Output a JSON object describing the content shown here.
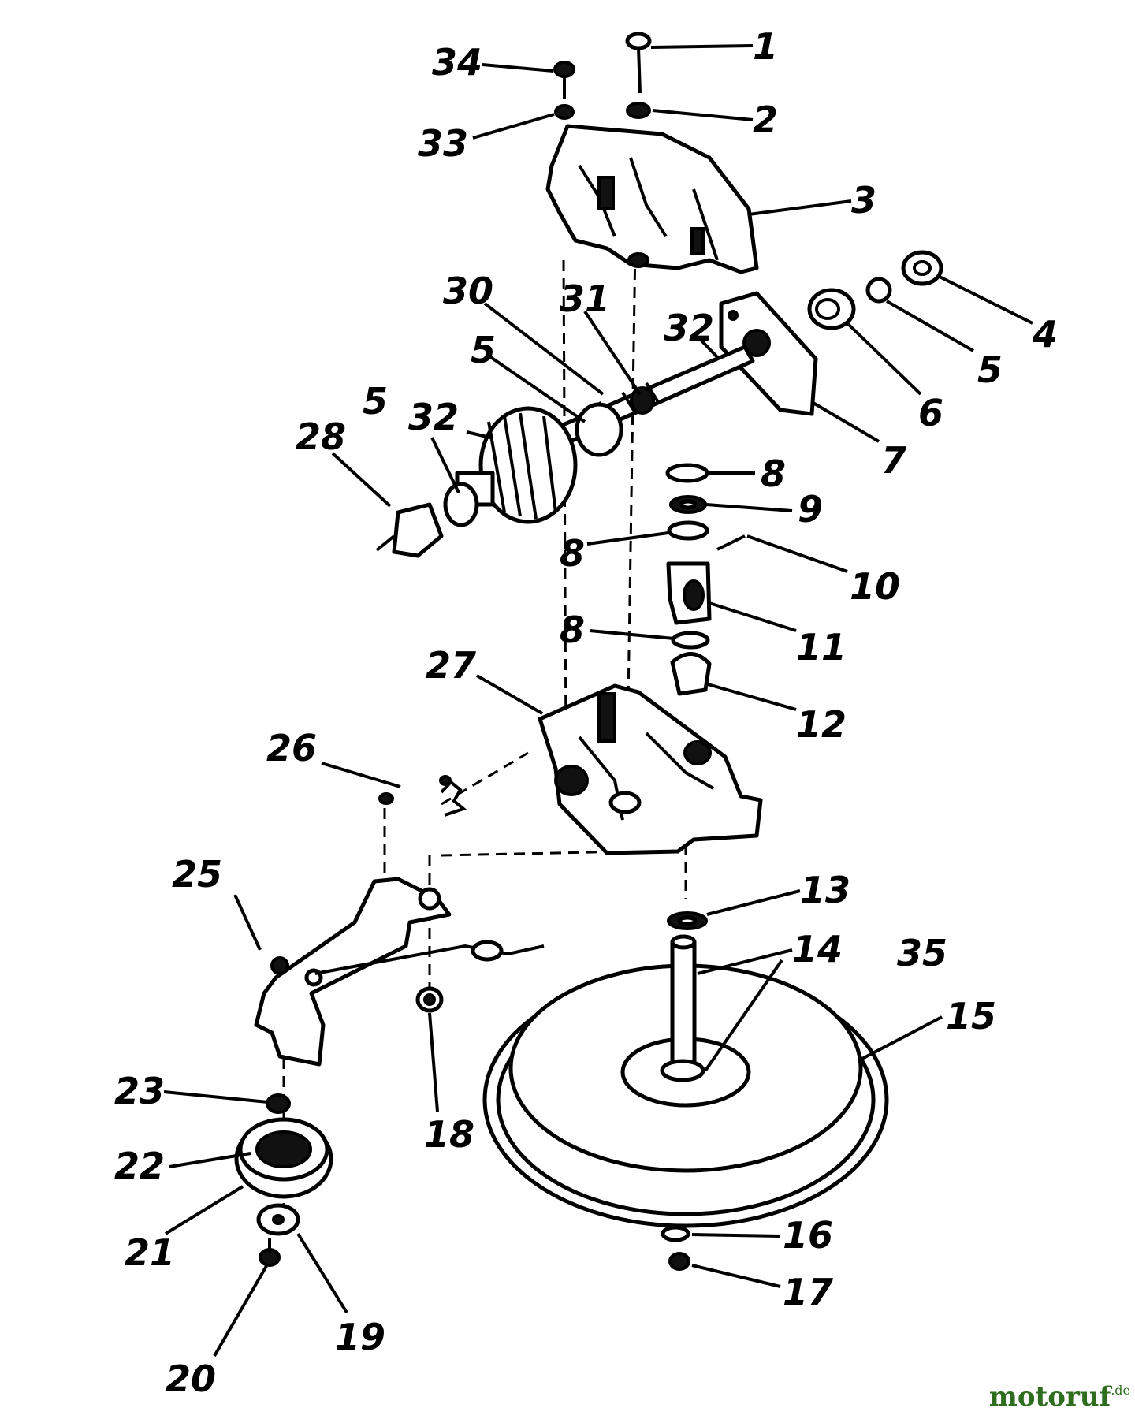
{
  "diagram": {
    "callouts": [
      {
        "id": "c1",
        "text": "1"
      },
      {
        "id": "c2",
        "text": "2"
      },
      {
        "id": "c3",
        "text": "3"
      },
      {
        "id": "c4",
        "text": "4"
      },
      {
        "id": "c5a",
        "text": "5"
      },
      {
        "id": "c5b",
        "text": "5"
      },
      {
        "id": "c5c",
        "text": "5"
      },
      {
        "id": "c6",
        "text": "6"
      },
      {
        "id": "c7",
        "text": "7"
      },
      {
        "id": "c8a",
        "text": "8"
      },
      {
        "id": "c8b",
        "text": "8"
      },
      {
        "id": "c8c",
        "text": "8"
      },
      {
        "id": "c9",
        "text": "9"
      },
      {
        "id": "c10",
        "text": "10"
      },
      {
        "id": "c11",
        "text": "11"
      },
      {
        "id": "c12",
        "text": "12"
      },
      {
        "id": "c13",
        "text": "13"
      },
      {
        "id": "c14",
        "text": "14"
      },
      {
        "id": "c15",
        "text": "15"
      },
      {
        "id": "c16",
        "text": "16"
      },
      {
        "id": "c17",
        "text": "17"
      },
      {
        "id": "c18",
        "text": "18"
      },
      {
        "id": "c19",
        "text": "19"
      },
      {
        "id": "c20",
        "text": "20"
      },
      {
        "id": "c21",
        "text": "21"
      },
      {
        "id": "c22",
        "text": "22"
      },
      {
        "id": "c23",
        "text": "23"
      },
      {
        "id": "c25",
        "text": "25"
      },
      {
        "id": "c26",
        "text": "26"
      },
      {
        "id": "c27",
        "text": "27"
      },
      {
        "id": "c28",
        "text": "28"
      },
      {
        "id": "c30",
        "text": "30"
      },
      {
        "id": "c31",
        "text": "31"
      },
      {
        "id": "c32a",
        "text": "32"
      },
      {
        "id": "c32b",
        "text": "32"
      },
      {
        "id": "c33",
        "text": "33"
      },
      {
        "id": "c34",
        "text": "34"
      },
      {
        "id": "c35",
        "text": "35"
      }
    ]
  },
  "watermark": {
    "main": "motoruf",
    "tld": ".de"
  }
}
